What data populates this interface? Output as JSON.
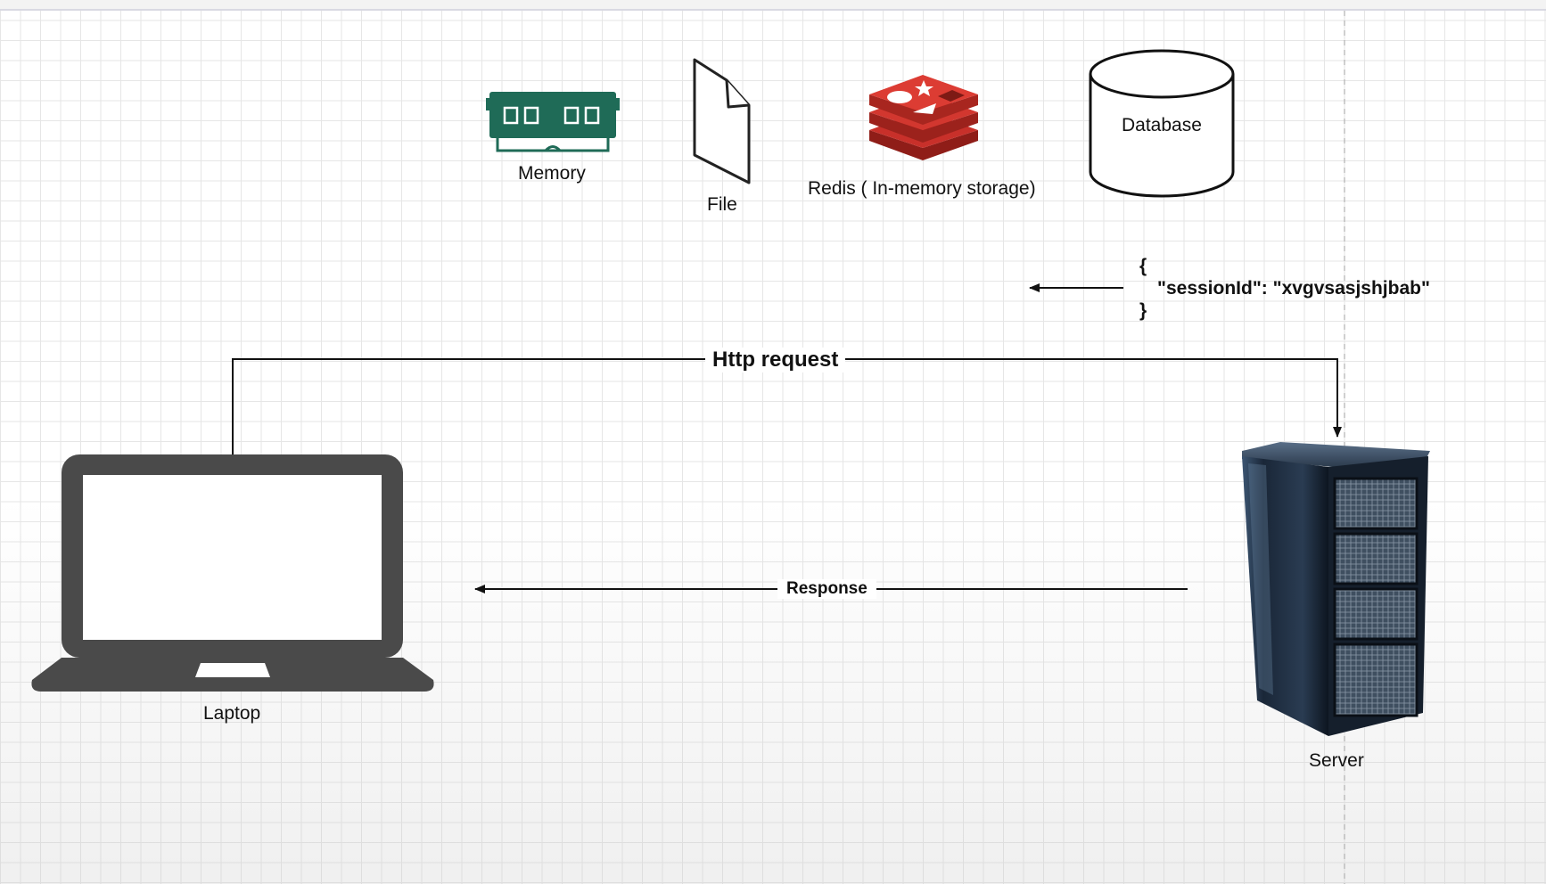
{
  "diagram": {
    "storage": {
      "memory_label": "Memory",
      "file_label": "File",
      "redis_label": "Redis ( In-memory storage)",
      "database_label": "Database"
    },
    "session_json": {
      "open_brace": "{",
      "body": "\"sessionId\": \"xvgvsasjshjbab\"",
      "close_brace": "}"
    },
    "connectors": {
      "request_label": "Http request",
      "response_label": "Response"
    },
    "nodes": {
      "laptop_label": "Laptop",
      "server_label": "Server"
    }
  },
  "colors": {
    "memory": "#1f6b57",
    "redis": "#c8302a",
    "laptop": "#4a4a4a",
    "server": "#2b3a4f"
  }
}
